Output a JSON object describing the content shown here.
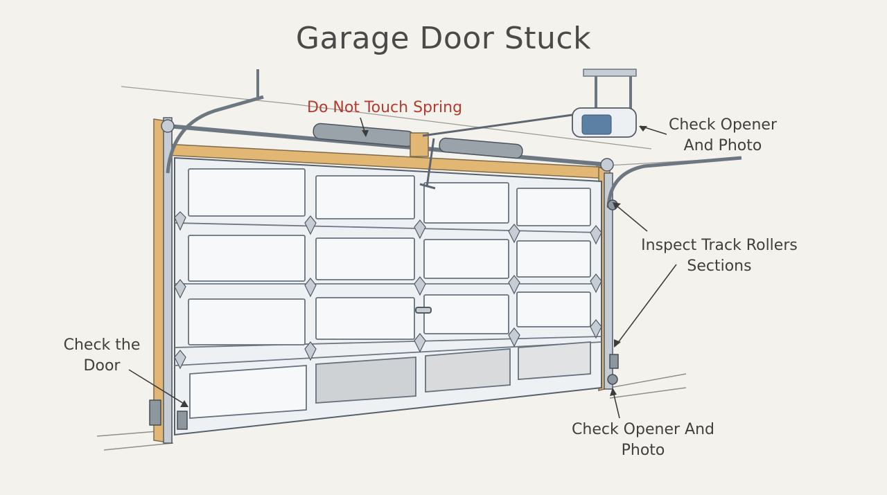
{
  "title": "Garage Door Stuck",
  "callouts": {
    "spring": {
      "text": "Do Not Touch Spring"
    },
    "opener_top": {
      "lines": [
        "Check Opener",
        "And Photo"
      ]
    },
    "track": {
      "lines": [
        "Inspect Track Rollers",
        "Sections"
      ]
    },
    "door": {
      "lines": [
        "Check the",
        "Door"
      ]
    },
    "opener_bottom": {
      "lines": [
        "Check Opener And",
        "Photo"
      ]
    }
  },
  "colors": {
    "background": "#f4f2ec",
    "warning_text": "#b23b32",
    "frame_wood": "#e2b774",
    "door_panel": "#eef1f4",
    "metal": "#c6cdd4"
  }
}
